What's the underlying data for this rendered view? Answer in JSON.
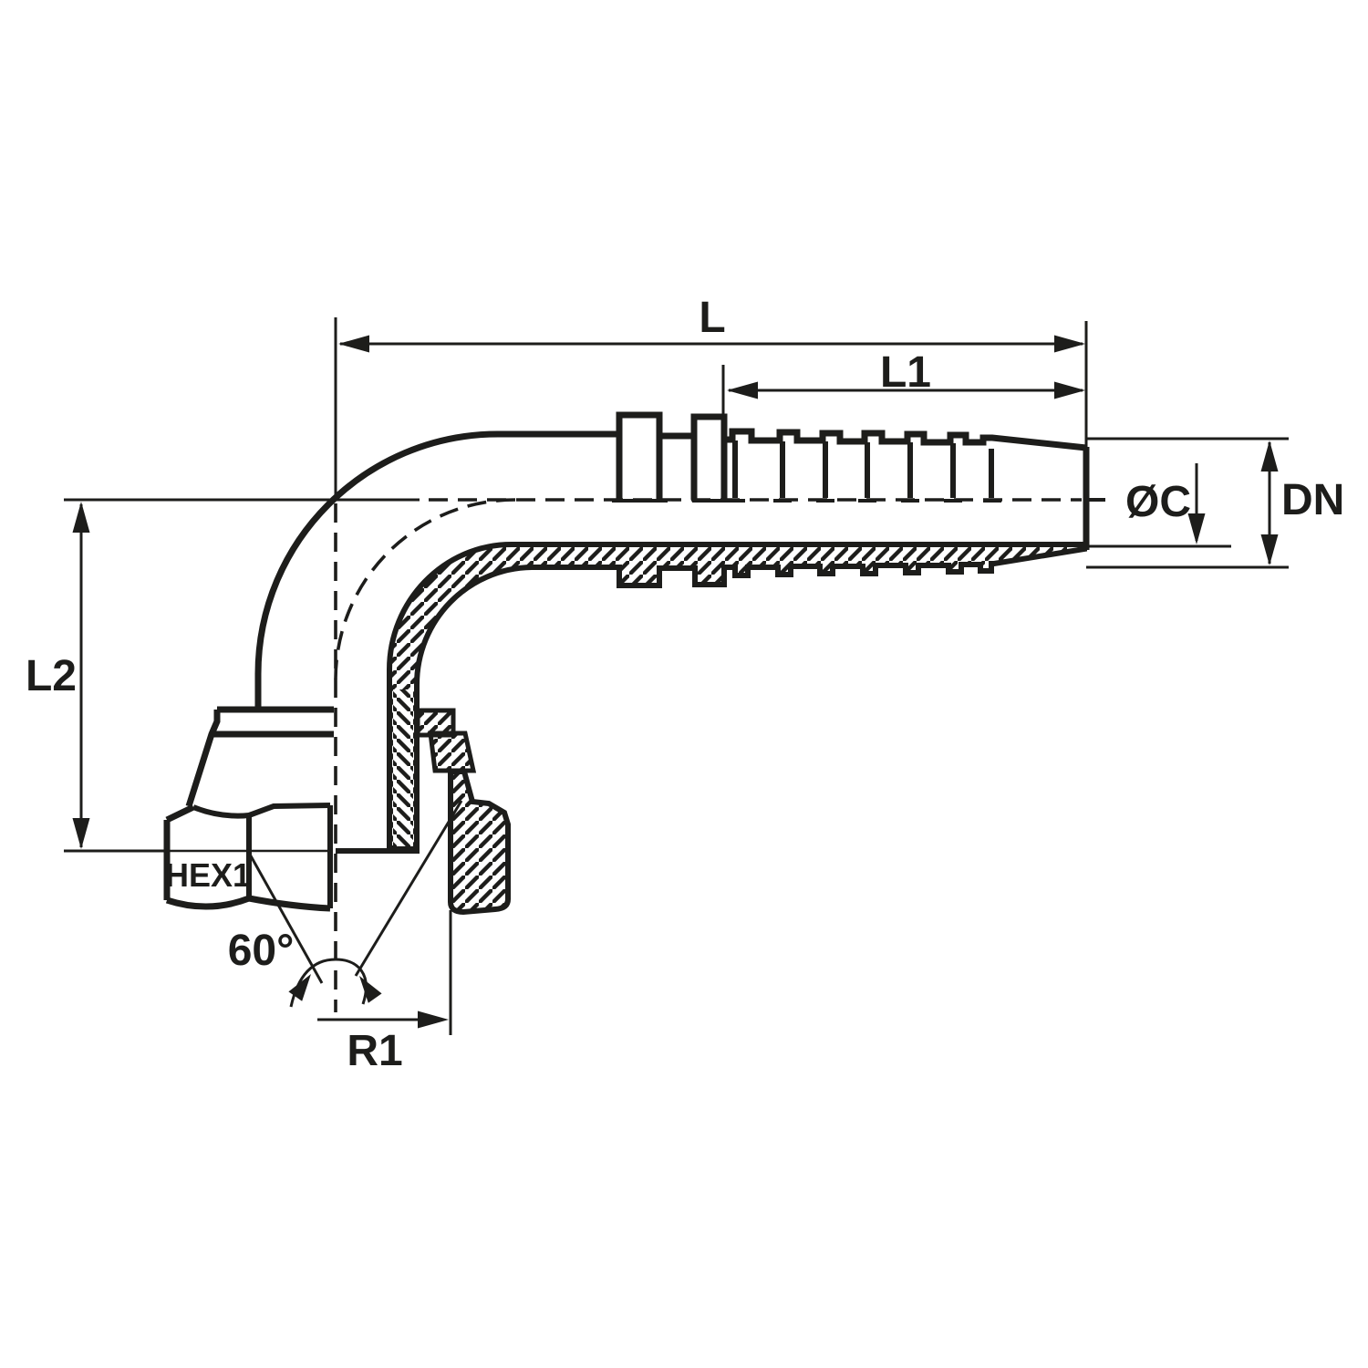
{
  "drawing": {
    "background": "#ffffff",
    "ink": "#1d1d1b",
    "dimensions": {
      "overall_length": "L",
      "stem_length": "L1",
      "drop_length": "L2",
      "nominal_diameter": "DN",
      "tip_diameter": "ØC",
      "hex_size": "HEX1",
      "seat_angle": "60°",
      "seat_radius": "R1"
    }
  }
}
